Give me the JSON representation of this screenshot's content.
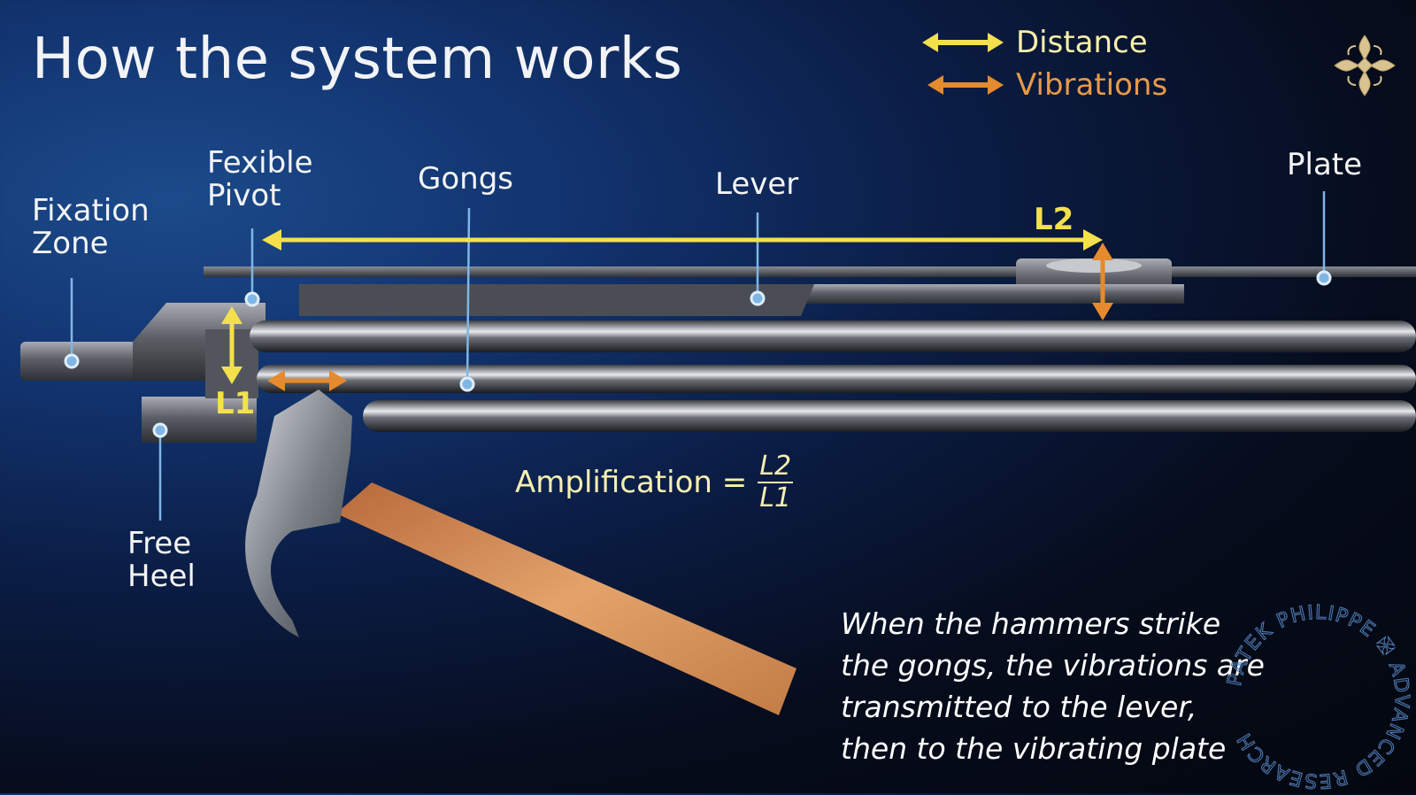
{
  "title": "How the system works",
  "legend": [
    {
      "label": "Distance",
      "color": "#f4e04d"
    },
    {
      "label": "Vibrations",
      "color": "#e58a2e"
    }
  ],
  "labels": {
    "fixation_zone": [
      "Fixation",
      "Zone"
    ],
    "flexible_pivot": [
      "Fexible",
      "Pivot"
    ],
    "gongs": "Gongs",
    "lever": "Lever",
    "plate": "Plate",
    "free_heel": [
      "Free",
      "Heel"
    ],
    "l1": "L1",
    "l2": "L2"
  },
  "formula": {
    "text": "Amplification =",
    "numerator": "L2",
    "denominator": "L1"
  },
  "caption": [
    "When the hammers strike",
    "the gongs, the vibrations are",
    "transmitted to the lever,",
    "then to the vibrating plate"
  ],
  "seal_text": "PATEK PHILIPPE ✠ ADVANCED RESEARCH",
  "colors": {
    "distance": "#f4e04d",
    "vibrations": "#e58a2e",
    "leader": "#7fb6e6",
    "metal": "#6f737a"
  }
}
